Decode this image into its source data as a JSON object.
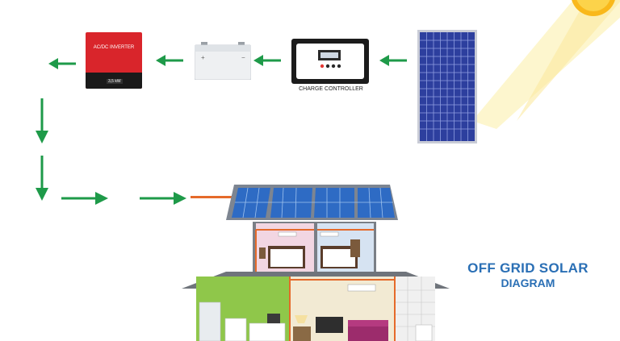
{
  "diagram": {
    "title_line1": "OFF GRID SOLAR",
    "title_line2": "DIAGRAM",
    "inverter": {
      "name": "AC/DC INVERTER",
      "rating": "3,5 kW"
    },
    "charge_controller": {
      "name": "CHARGE CONTROLLER"
    },
    "colors": {
      "arrow": "#1e9a49",
      "wire": "#e56a2a",
      "inverter_red": "#d9252b",
      "panel_blue": "#2d3f9e",
      "title_blue": "#2a6fb5",
      "sun": "#f9b81b"
    },
    "icons": [
      "sun-icon",
      "solar-panel-icon",
      "charge-controller-icon",
      "battery-icon",
      "inverter-icon",
      "house-icon",
      "arrow-icon"
    ]
  }
}
